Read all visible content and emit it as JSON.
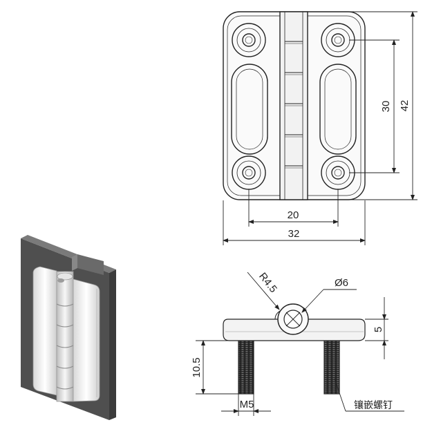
{
  "drawing": {
    "top_view": {
      "width_outer": "32",
      "width_holes": "20",
      "height_holes": "30",
      "height_outer": "42"
    },
    "side_view": {
      "radius": "R4.5",
      "diameter": "Ø6",
      "thickness": "5",
      "stud_length": "10.5",
      "thread": "M5",
      "stud_note": "镶嵌螺钉"
    }
  },
  "icons": {
    "perspective_render": "hinge-3d-icon"
  },
  "colors": {
    "line": "#222222",
    "plate_fill": "#f4f4f4",
    "bracket": "#5a5a5a",
    "stud": "#3a3a3a"
  }
}
